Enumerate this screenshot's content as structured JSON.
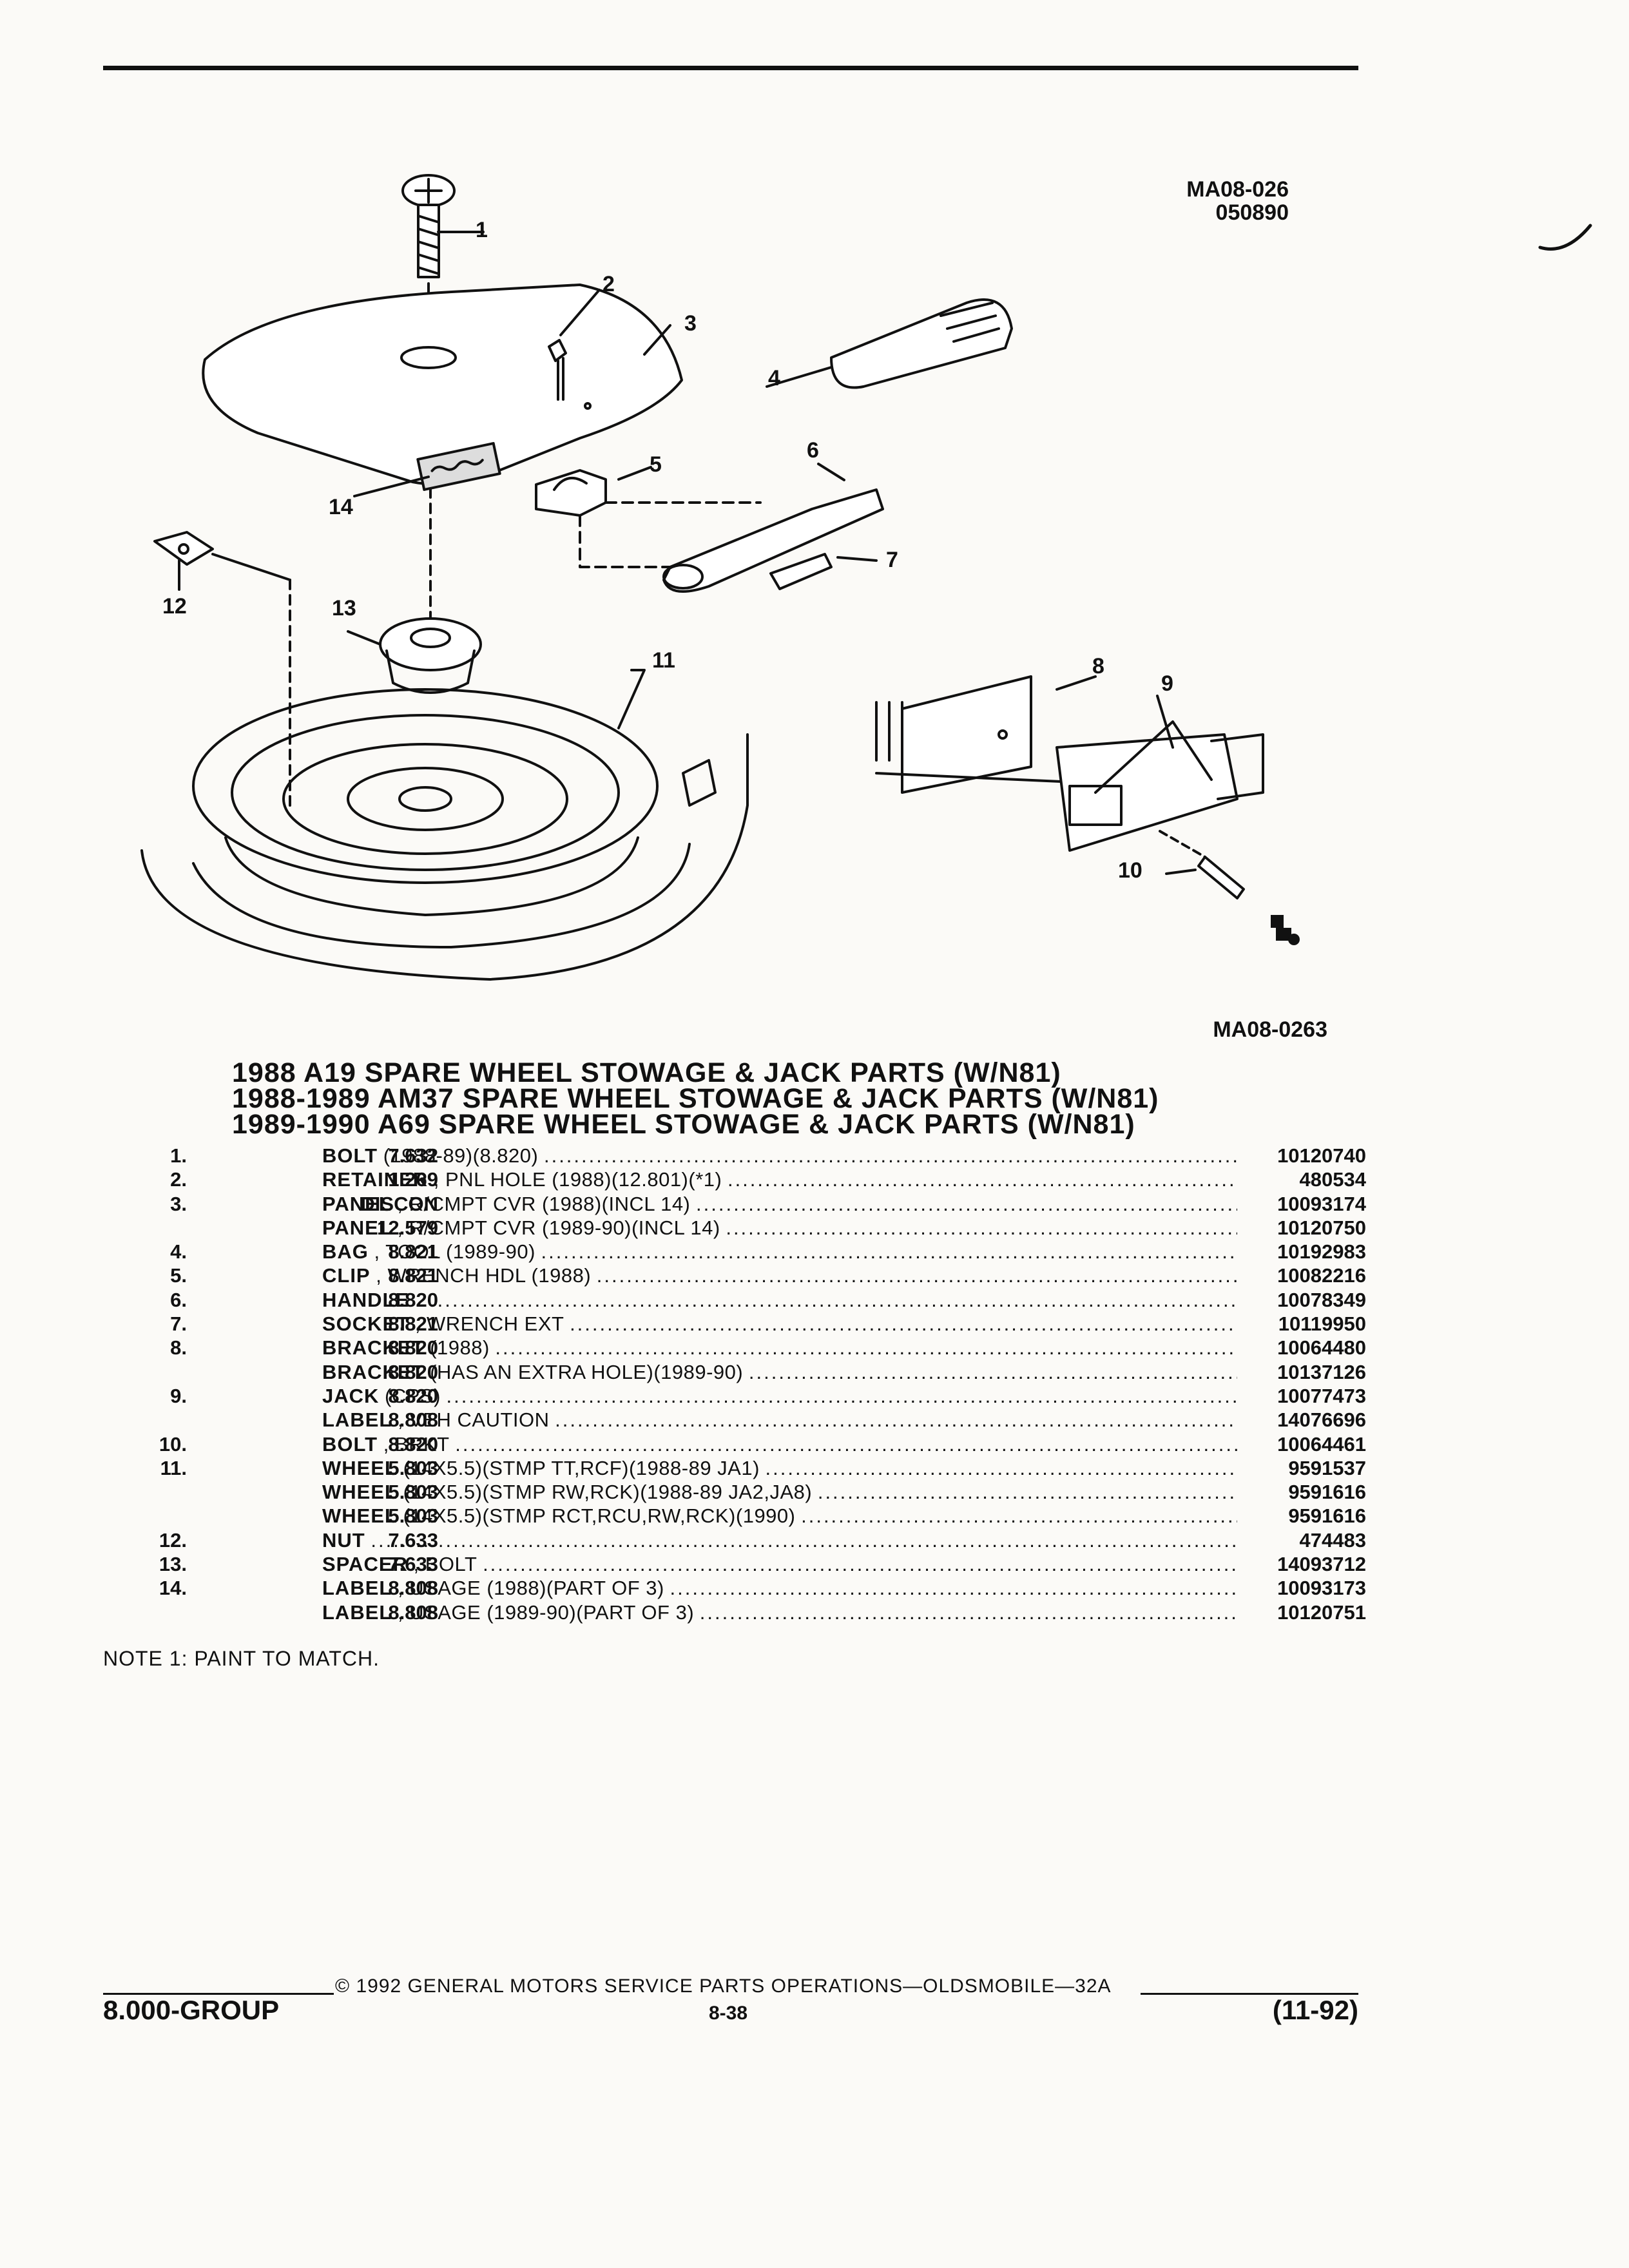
{
  "header": {
    "ref_code_top": "MA08-026",
    "ref_date_top": "050890",
    "ref_code_bottom": "MA08-0263"
  },
  "diagram": {
    "callouts": [
      "1",
      "2",
      "3",
      "4",
      "5",
      "6",
      "7",
      "8",
      "9",
      "10",
      "11",
      "12",
      "13",
      "14"
    ]
  },
  "titles": [
    "1988 A19 SPARE WHEEL STOWAGE & JACK PARTS (W/N81)",
    "1988-1989 AM37 SPARE WHEEL STOWAGE & JACK PARTS (W/N81)",
    "1989-1990 A69 SPARE WHEEL STOWAGE & JACK PARTS (W/N81)"
  ],
  "parts": [
    {
      "num": "1.",
      "group": "7.632",
      "name": "BOLT",
      "detail": "(1988-89)(8.820)",
      "part": "10120740"
    },
    {
      "num": "2.",
      "group": "1.269",
      "name": "RETAINER",
      "detail": ", PNL HOLE (1988)(12.801)(*1)",
      "part": "480534"
    },
    {
      "num": "3.",
      "group": "DISCON",
      "name": "PANEL",
      "detail": ", R/CMPT CVR (1988)(INCL 14)",
      "part": "10093174"
    },
    {
      "num": "",
      "group": "12.579",
      "name": "PANEL",
      "detail": ", R/CMPT CVR (1989-90)(INCL 14)",
      "part": "10120750"
    },
    {
      "num": "4.",
      "group": "8.821",
      "name": "BAG",
      "detail": ", TOOL (1989-90)",
      "part": "10192983"
    },
    {
      "num": "5.",
      "group": "8.821",
      "name": "CLIP",
      "detail": ", WRENCH HDL (1988)",
      "part": "10082216"
    },
    {
      "num": "6.",
      "group": "8.820",
      "name": "HANDLE",
      "detail": "",
      "part": "10078349"
    },
    {
      "num": "7.",
      "group": "8.821",
      "name": "SOCKET",
      "detail": ", WRENCH EXT",
      "part": "10119950"
    },
    {
      "num": "8.",
      "group": "8.820",
      "name": "BRACKET",
      "detail": "(1988)",
      "part": "10064480"
    },
    {
      "num": "",
      "group": "8.820",
      "name": "BRACKET",
      "detail": "(HAS AN EXTRA HOLE)(1989-90)",
      "part": "10137126"
    },
    {
      "num": "9.",
      "group": "8.820",
      "name": "JACK",
      "detail": "(CPS)",
      "part": "10077473"
    },
    {
      "num": "",
      "group": "8.808",
      "name": "LABEL",
      "detail": ", VEH CAUTION",
      "part": "14076696"
    },
    {
      "num": "10.",
      "group": "8.820",
      "name": "BOLT",
      "detail": ", BRKT",
      "part": "10064461"
    },
    {
      "num": "11.",
      "group": "5.803",
      "name": "WHEEL",
      "detail": "(14X5.5)(STMP TT,RCF)(1988-89 JA1)",
      "part": "9591537"
    },
    {
      "num": "",
      "group": "5.803",
      "name": "WHEEL",
      "detail": "(14X5.5)(STMP RW,RCK)(1988-89 JA2,JA8)",
      "part": "9591616"
    },
    {
      "num": "",
      "group": "5.803",
      "name": "WHEEL",
      "detail": "(14X5.5)(STMP RCT,RCU,RW,RCK)(1990)",
      "part": "9591616"
    },
    {
      "num": "12.",
      "group": "7.633",
      "name": "NUT",
      "detail": "",
      "part": "474483"
    },
    {
      "num": "13.",
      "group": "7.633",
      "name": "SPACER",
      "detail": ", BOLT",
      "part": "14093712"
    },
    {
      "num": "14.",
      "group": "8.808",
      "name": "LABEL",
      "detail": ", USAGE (1988)(PART OF 3)",
      "part": "10093173"
    },
    {
      "num": "",
      "group": "8.808",
      "name": "LABEL",
      "detail": ", USAGE (1989-90)(PART OF 3)",
      "part": "10120751"
    }
  ],
  "note": "NOTE  1:  PAINT TO MATCH.",
  "footer": {
    "copyright": "© 1992 GENERAL MOTORS SERVICE PARTS OPERATIONS—OLDSMOBILE—32A",
    "group": "8.000-GROUP",
    "page": "8-38",
    "date": "(11-92)"
  }
}
